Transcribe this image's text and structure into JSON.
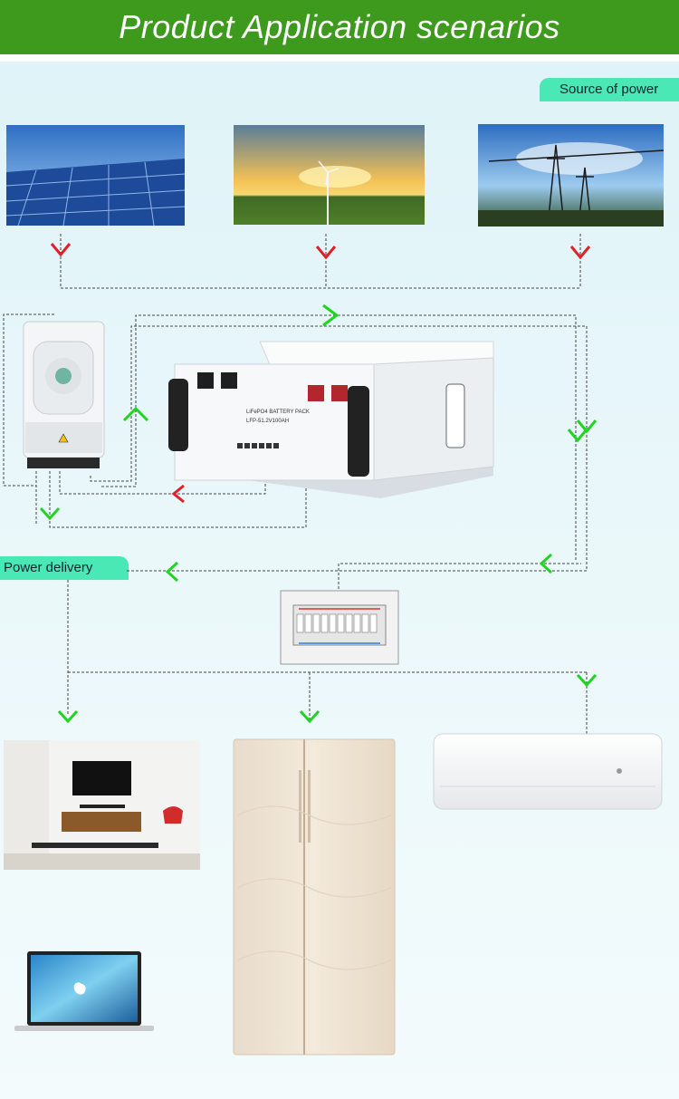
{
  "header": {
    "title": "Product Application scenarios"
  },
  "labels": {
    "source": "Source of power",
    "delivery": "Power delivery"
  },
  "battery": {
    "line1": "LiFePO4 BATTERY PACK",
    "line2": "LFP-51.2V100AH"
  },
  "colors": {
    "header": "#3d9a1c",
    "tag": "#49e8b4",
    "arrow_in": "#e0202a",
    "arrow_out": "#22d422",
    "line": "#444444"
  },
  "icons": [
    "solar-panel-icon",
    "wind-turbine-icon",
    "power-grid-icon",
    "inverter-icon",
    "battery-pack-icon",
    "distribution-box-icon",
    "tv-room-icon",
    "refrigerator-icon",
    "air-conditioner-icon",
    "laptop-icon"
  ]
}
